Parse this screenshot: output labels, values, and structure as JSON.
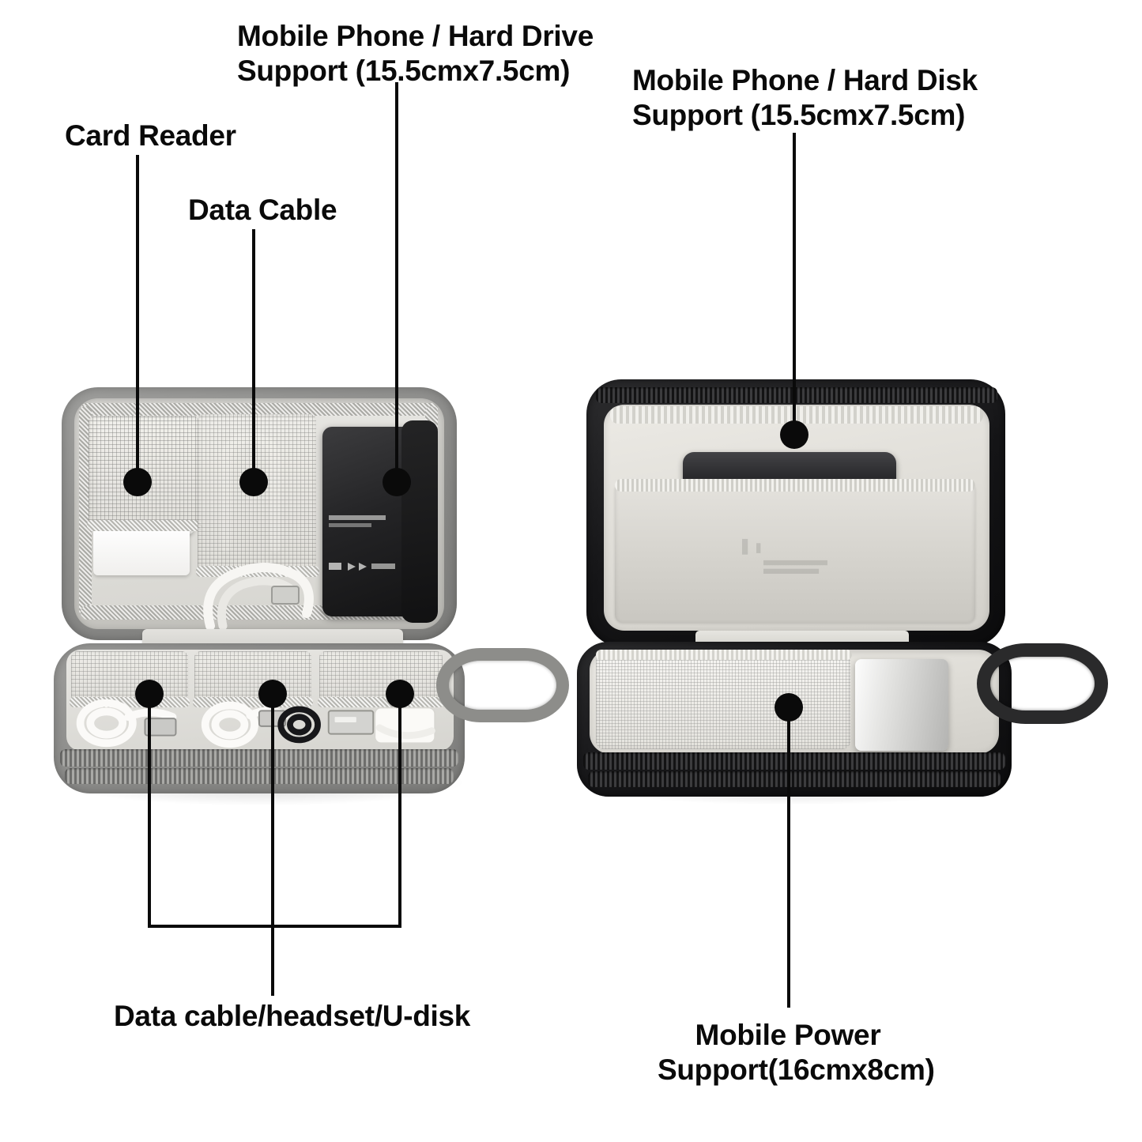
{
  "page": {
    "background_color": "#ffffff",
    "text_color": "#0a0a0a",
    "dot_color": "#0a0a0a"
  },
  "labels": {
    "card_reader": "Card Reader",
    "data_cable": "Data Cable",
    "phone_hard_drive_line1": "Mobile Phone / Hard Drive",
    "phone_hard_drive_line2": "Support (15.5cmx7.5cm)",
    "phone_hard_disk_line1": "Mobile Phone / Hard Disk",
    "phone_hard_disk_line2": "Support (15.5cmx7.5cm)",
    "data_cable_headset_udisk": "Data cable/headset/U-disk",
    "mobile_power_line1": "Mobile Power",
    "mobile_power_line2": "Support(16cmx8cm)"
  },
  "callouts": [
    {
      "id": "card-reader",
      "label": "Card Reader",
      "target": "card reader in left case upper mesh pocket"
    },
    {
      "id": "data-cable",
      "label": "Data Cable",
      "target": "coiled white data cable in left case mesh pocket"
    },
    {
      "id": "hard-drive",
      "label": "Mobile Phone / Hard Drive",
      "target": "black external hard drive in left case lid"
    },
    {
      "id": "hard-disk",
      "label": "Mobile Phone / Hard Disk",
      "target": "black phone in right case lining pocket"
    },
    {
      "id": "cable-headset-udisk",
      "label": "Data cable/headset/U-disk",
      "target": "three lower compartments of left case"
    },
    {
      "id": "mobile-power",
      "label": "Mobile Power",
      "target": "silver power bank in right case mesh pocket"
    }
  ],
  "products": {
    "left_case": {
      "name": "grey electronics organizer case, open"
    },
    "right_case": {
      "name": "black electronics organizer case, open"
    }
  }
}
